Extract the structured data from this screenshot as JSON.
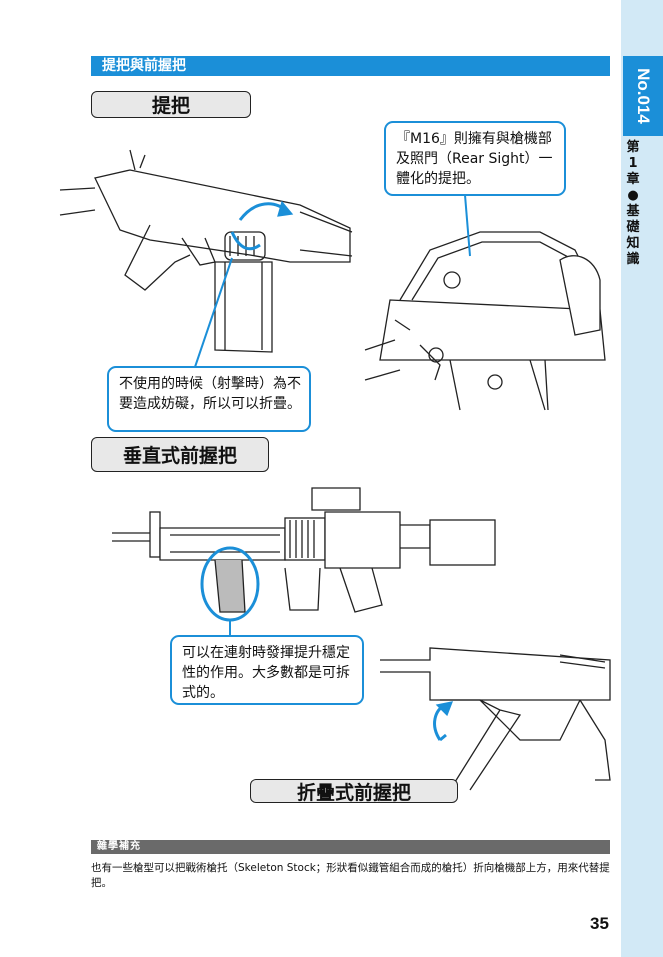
{
  "section": {
    "title": "提把與前握把"
  },
  "sidebar": {
    "number": "No.014",
    "chapter": "第1章●基礎知識"
  },
  "labels": {
    "carry_handle": "提把",
    "vertical_grip": "垂直式前握把",
    "folding_grip": "折疊式前握把"
  },
  "callouts": {
    "m16": "『M16』則擁有與槍機部及照門（Rear Sight）一體化的提把。",
    "fold": "不使用的時候（射擊時）為不要造成妨礙，所以可以折疊。",
    "grip": "可以在連射時發揮提升穩定性的作用。大多數都是可拆式的。"
  },
  "note": {
    "heading": "雜學補充",
    "text": "也有一些槍型可以把戰術槍托（Skeleton Stock；形狀看似鐵管組合而成的槍托）折向槍機部上方，用來代替提把。"
  },
  "page": {
    "number": "35"
  },
  "colors": {
    "accent": "#1b8fd8",
    "sidebar_bg": "#d2e9f6"
  }
}
